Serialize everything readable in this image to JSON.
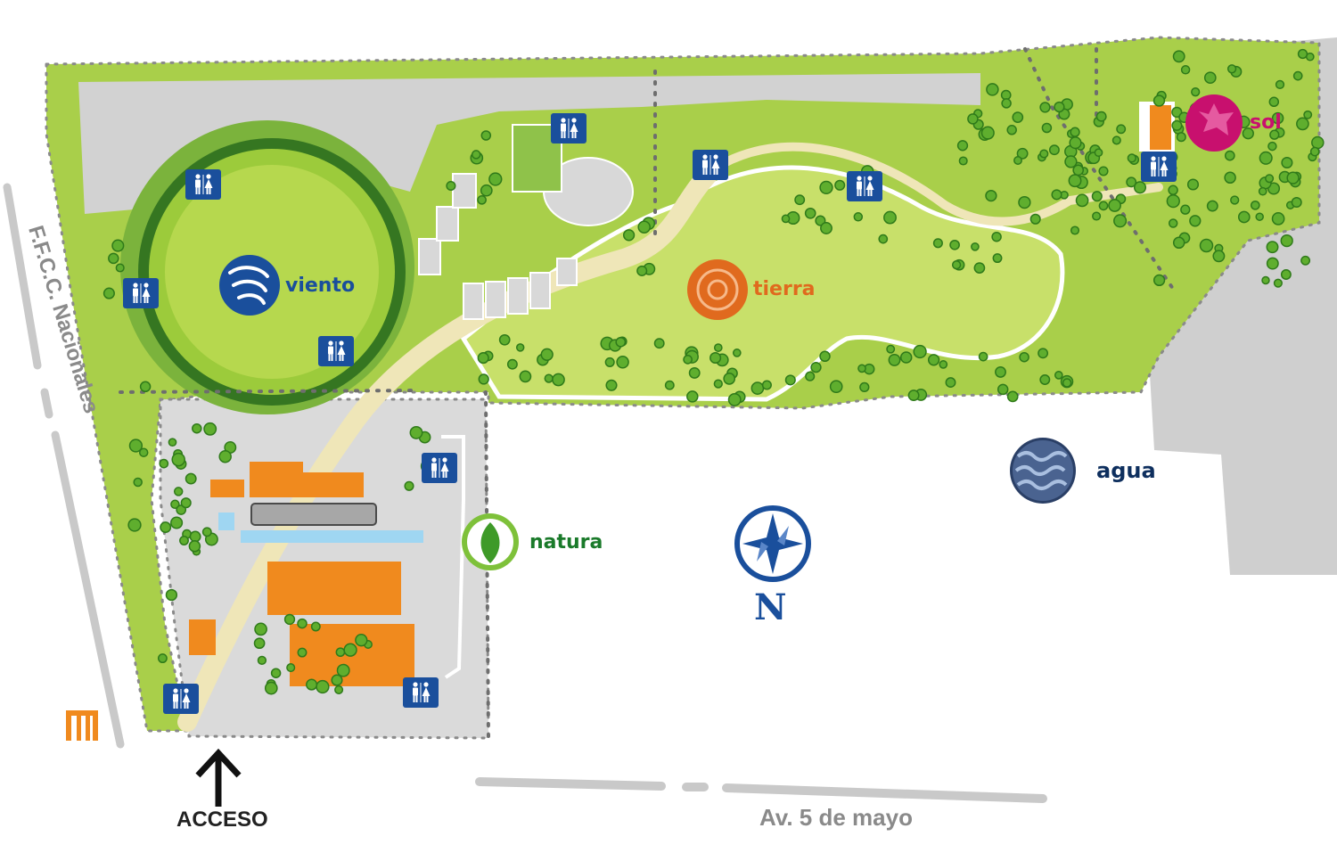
{
  "zones": {
    "viento": "viento",
    "tierra": "tierra",
    "sol": "sol",
    "agua": "agua",
    "natura": "natura"
  },
  "labels": {
    "railway": "F.F.C.C. Nacionales",
    "avenue": "Av. 5 de mayo",
    "access": "ACCESO",
    "north": "N"
  },
  "icons": {
    "restroom": "restroom-icon",
    "metro": "metro-icon",
    "compass": "compass-icon",
    "access_arrow": "arrow-up-icon"
  },
  "colors": {
    "viento": "#1a4f9c",
    "tierra": "#e06a1e",
    "sol": "#c8106e",
    "agua": "#0e2f5e",
    "natura": "#1a7a2a",
    "park_green": "#a9cf4a",
    "lawn_light": "#c8e06a",
    "trees": "#5fae2e",
    "paved": "#d4d4d4",
    "building": "#f08a1e",
    "restroom_bg": "#1a4f9c",
    "metro": "#f08a1e"
  }
}
